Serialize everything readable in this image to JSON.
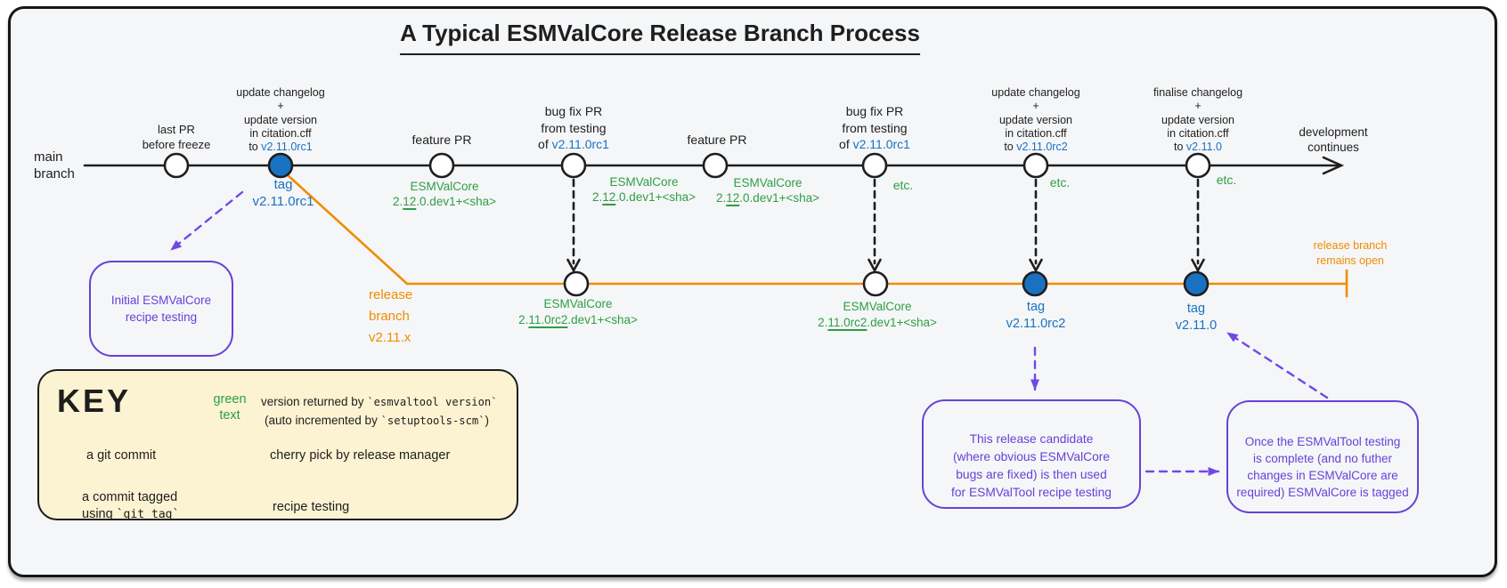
{
  "title": "A Typical ESMValCore Release Branch Process",
  "colors": {
    "ink": "#1e1e1e",
    "blue": "#1971c2",
    "green": "#2f9e44",
    "orange": "#f08c00",
    "purple": "#6741d9",
    "violet": "#7048e8",
    "keybg": "#fcf3d2",
    "bg": "#f5f6f8"
  },
  "branches": {
    "main_label": [
      "main",
      "branch"
    ],
    "release_label": [
      "release",
      "branch",
      "v2.11.x"
    ],
    "development": [
      "development",
      "continues"
    ],
    "remains_open": [
      "release branch",
      "remains open"
    ]
  },
  "main_commits": {
    "last_pr": [
      "last PR",
      "before freeze"
    ],
    "rc1_update": {
      "lines": [
        "update changelog",
        "+",
        "update version",
        "in citation.cff"
      ],
      "last_prefix": "to ",
      "version": "v2.11.0rc1"
    },
    "feature_pr": "feature PR",
    "bugfix": {
      "lines": [
        "bug fix PR",
        "from testing"
      ],
      "last_prefix": "of ",
      "version": "v2.11.0rc1"
    },
    "rc2_update": {
      "lines": [
        "update changelog",
        "+",
        "update version",
        "in citation.cff"
      ],
      "last_prefix": "to ",
      "version": "v2.11.0rc2"
    },
    "final_update": {
      "lines": [
        "finalise changelog",
        "+",
        "update version",
        "in citation.cff"
      ],
      "last_prefix": "to ",
      "version": "v2.11.0"
    }
  },
  "versions": {
    "dev_main": {
      "name": "ESMValCore",
      "pre": "2.",
      "underlined": "12",
      "post": ".0.dev1+<sha>"
    },
    "dev_release": {
      "name": "ESMValCore",
      "pre": "2.",
      "underlined": "11.0rc2",
      "post": ".dev1+<sha>"
    },
    "etc": "etc."
  },
  "tags": {
    "rc1": [
      "tag",
      "v2.11.0rc1"
    ],
    "rc2": [
      "tag",
      "v2.11.0rc2"
    ],
    "final": [
      "tag",
      "v2.11.0"
    ]
  },
  "notes": {
    "initial": [
      "Initial ESMValCore",
      "recipe testing"
    ],
    "candidate": [
      "This release candidate",
      "(where obvious ESMValCore",
      "bugs are fixed) is then used",
      "for ESMValTool recipe testing"
    ],
    "tagged": [
      "Once the ESMValTool testing",
      "is complete (and no futher",
      "changes in ESMValCore are",
      "required) ESMValCore is tagged"
    ]
  },
  "key": {
    "title": "KEY",
    "green_label": [
      "green",
      "text"
    ],
    "green_desc_line1": {
      "pre": "version returned by ",
      "code": "`esmvaltool version`"
    },
    "green_desc_line2": {
      "pre": "(auto incremented by ",
      "code": "`setuptools-scm`",
      "post": ")"
    },
    "commit_label": "a git commit",
    "cherry_label": "cherry pick by release manager",
    "tagged_line1": "a commit tagged",
    "tagged_line2_pre": "using ",
    "tagged_line2_code": "`git tag`",
    "recipe_label": "recipe testing"
  }
}
